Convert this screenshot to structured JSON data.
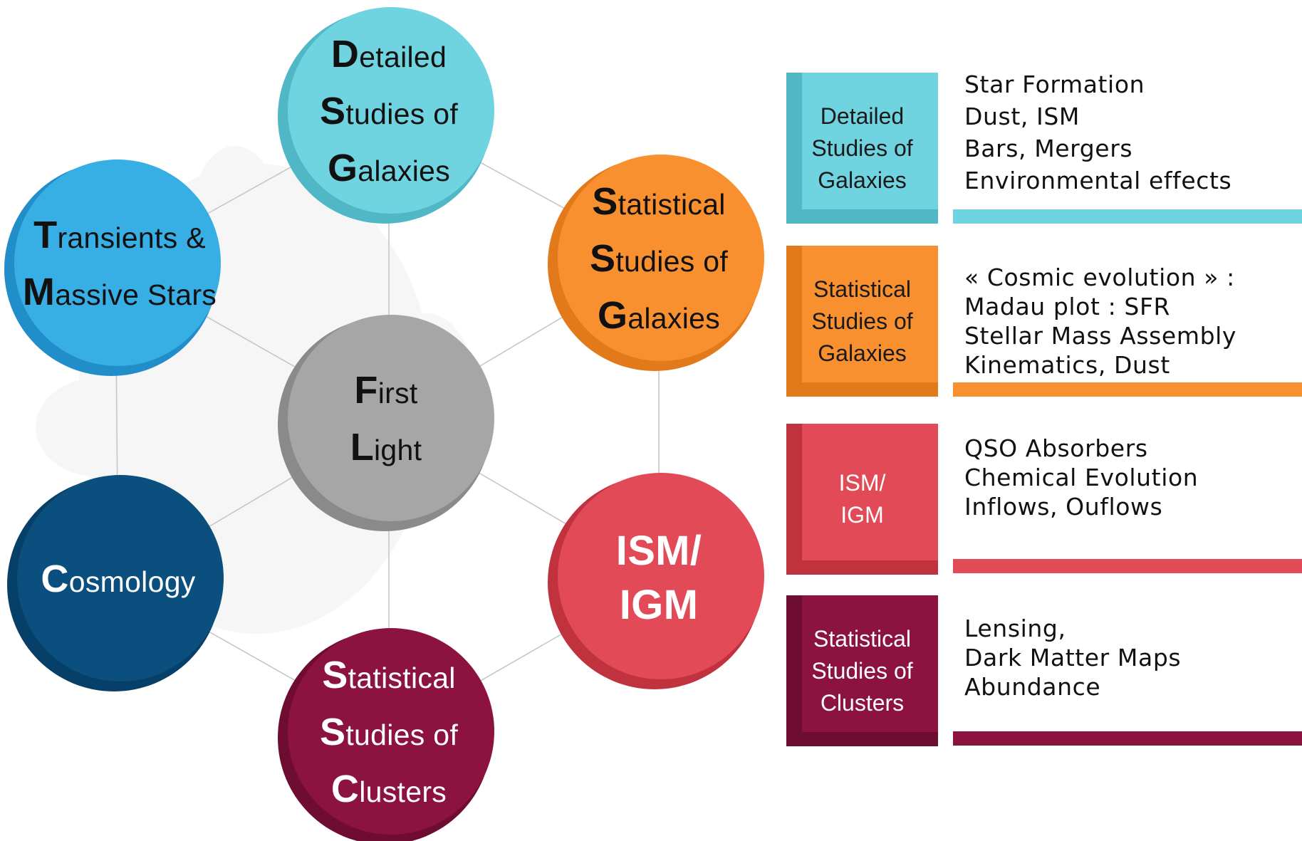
{
  "colors": {
    "detailed": "#6fd3e0",
    "detailed_dark": "#4fb7c6",
    "stat_galaxies": "#f89030",
    "stat_galaxies_dark": "#e27a1c",
    "transients": "#37aee4",
    "transients_dark": "#218ec9",
    "first_light": "#a6a6a6",
    "first_light_dark": "#8a8a8a",
    "cosmology": "#0b4f7e",
    "cosmology_dark": "#063f67",
    "ism": "#e14a56",
    "ism_dark": "#c1323f",
    "clusters": "#8c1240",
    "clusters_dark": "#6e0c32",
    "connector": "#c7c7c7"
  },
  "circles": [
    {
      "id": "detailed-studies",
      "color_key": "detailed",
      "text_color": "#111111",
      "lines": [
        {
          "initial": "D",
          "rest": "etailed"
        },
        {
          "initial": "S",
          "rest": "tudies of"
        },
        {
          "initial": "G",
          "rest": "alaxies"
        }
      ]
    },
    {
      "id": "statistical-galaxies",
      "color_key": "stat_galaxies",
      "text_color": "#111111",
      "lines": [
        {
          "initial": "S",
          "rest": "tatistical"
        },
        {
          "initial": "S",
          "rest": "tudies of"
        },
        {
          "initial": "G",
          "rest": "alaxies"
        }
      ]
    },
    {
      "id": "transients",
      "color_key": "transients",
      "text_color": "#111111",
      "lines": [
        {
          "initial": "T",
          "rest": "ransients &"
        },
        {
          "initial": "M",
          "rest": "assive Stars"
        }
      ]
    },
    {
      "id": "first-light",
      "color_key": "first_light",
      "text_color": "#111111",
      "lines": [
        {
          "initial": "F",
          "rest": "irst"
        },
        {
          "initial": "L",
          "rest": "ight"
        }
      ]
    },
    {
      "id": "cosmology",
      "color_key": "cosmology",
      "text_color": "#ffffff",
      "lines": [
        {
          "initial": "C",
          "rest": "osmology"
        }
      ]
    },
    {
      "id": "ism-igm",
      "color_key": "ism",
      "text_color": "#ffffff",
      "lines": [
        {
          "initial": "",
          "rest": "ISM/"
        },
        {
          "initial": "",
          "rest": "IGM"
        }
      ]
    },
    {
      "id": "statistical-clusters",
      "color_key": "clusters",
      "text_color": "#ffffff",
      "lines": [
        {
          "initial": "S",
          "rest": "tatistical"
        },
        {
          "initial": "S",
          "rest": "tudies of"
        },
        {
          "initial": "C",
          "rest": "lusters"
        }
      ]
    }
  ],
  "legend": [
    {
      "id": "detailed",
      "color_key": "detailed",
      "text_color": "#1a1a1a",
      "box_lines": [
        "Detailed",
        "Studies of",
        "Galaxies"
      ],
      "desc_lines": [
        "Star Formation",
        "Dust, ISM",
        "Bars, Mergers",
        "Environmental effects"
      ]
    },
    {
      "id": "stat-galaxies",
      "color_key": "stat_galaxies",
      "text_color": "#1a1a1a",
      "box_lines": [
        "Statistical",
        "Studies of",
        "Galaxies"
      ],
      "desc_lines": [
        "« Cosmic evolution » :",
        "Madau plot : SFR",
        "Stellar Mass Assembly",
        "Kinematics, Dust"
      ]
    },
    {
      "id": "ism",
      "color_key": "ism",
      "text_color": "#ffffff",
      "box_lines": [
        "ISM/",
        "IGM"
      ],
      "desc_lines": [
        "QSO Absorbers",
        "Chemical Evolution",
        "Inflows, Ouflows"
      ]
    },
    {
      "id": "clusters",
      "color_key": "clusters",
      "text_color": "#ffffff",
      "box_lines": [
        "Statistical",
        "Studies of",
        "Clusters"
      ],
      "desc_lines": [
        "Lensing,",
        "Dark Matter Maps",
        "Abundance"
      ]
    }
  ]
}
